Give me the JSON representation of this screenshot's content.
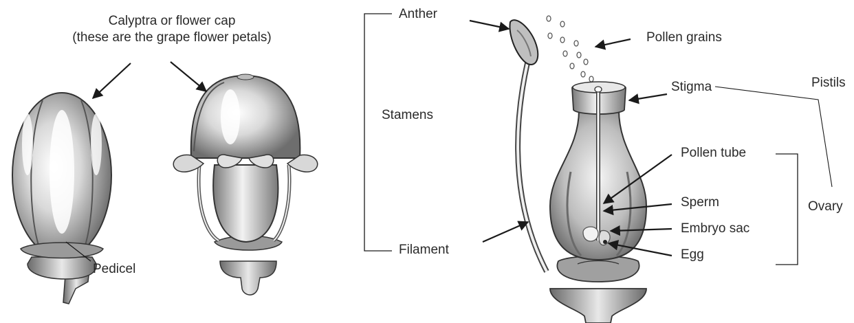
{
  "labels": {
    "calyptra_line1": "Calyptra or flower cap",
    "calyptra_line2": "(these are the grape flower petals)",
    "pedicel": "Pedicel",
    "anther": "Anther",
    "stamens": "Stamens",
    "filament": "Filament",
    "pollen_grains": "Pollen grains",
    "stigma": "Stigma",
    "pistils": "Pistils",
    "pollen_tube": "Pollen tube",
    "sperm": "Sperm",
    "embryo_sac": "Embryo sac",
    "egg": "Egg",
    "ovary": "Ovary"
  },
  "colors": {
    "ink": "#2a2a2a",
    "line": "#1a1a1a",
    "petal_shade": "#8a8a8a",
    "petal_light": "#f4f4f4"
  }
}
